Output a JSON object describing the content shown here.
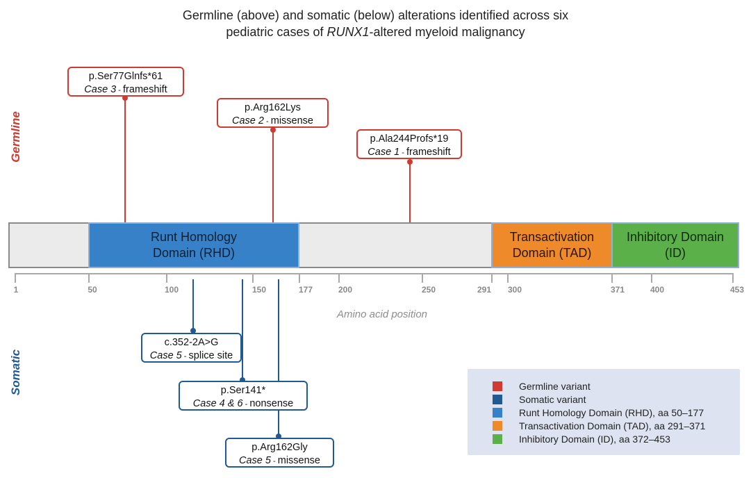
{
  "title": {
    "line1": "Germline (above) and somatic (below) alterations identified across six",
    "line2_prefix": "pediatric cases of ",
    "line2_gene": "RUNX1",
    "line2_suffix": "-altered myeloid malignancy"
  },
  "side_labels": {
    "germline": "Germline",
    "somatic": "Somatic"
  },
  "domains": {
    "rhd": {
      "line1": "Runt Homology",
      "line2": "Domain (RHD)",
      "color": "#3681c8"
    },
    "tad": {
      "line1": "Transactivation",
      "line2": "Domain (TAD)",
      "color": "#ee8a2a"
    },
    "id": {
      "line1": "Inhibitory Domain",
      "line2": "(ID)",
      "color": "#5cb04a"
    }
  },
  "axis": {
    "title": "Amino acid position",
    "ticks": [
      "1",
      "50",
      "100",
      "150",
      "177",
      "200",
      "250",
      "291",
      "300",
      "371",
      "400",
      "453"
    ]
  },
  "germline_variants": [
    {
      "protein": "p.Ser77Glnfs*61",
      "case": "Case 3",
      "type": "frameshift"
    },
    {
      "protein": "p.Arg162Lys",
      "case": "Case 2",
      "type": "missense"
    },
    {
      "protein": "p.Ala244Profs*19",
      "case": "Case 1",
      "type": "frameshift"
    }
  ],
  "somatic_variants": [
    {
      "protein": "c.352-2A>G",
      "case": "Case 5",
      "type": "splice site"
    },
    {
      "protein": "p.Ser141*",
      "case": "Case 4 & 6",
      "type": "nonsense"
    },
    {
      "protein": "p.Arg162Gly",
      "case": "Case 5",
      "type": "missense"
    }
  ],
  "separator": " - ",
  "legend": [
    {
      "label": "Germline variant",
      "color": "#cf3a33"
    },
    {
      "label": "Somatic variant",
      "color": "#1f5a95"
    },
    {
      "label": "Runt Homology Domain (RHD), aa 50–177",
      "color": "#3681c8"
    },
    {
      "label": "Transactivation Domain (TAD), aa 291–371",
      "color": "#ee8a2a"
    },
    {
      "label": "Inhibitory Domain (ID), aa 372–453",
      "color": "#5cb04a"
    }
  ]
}
